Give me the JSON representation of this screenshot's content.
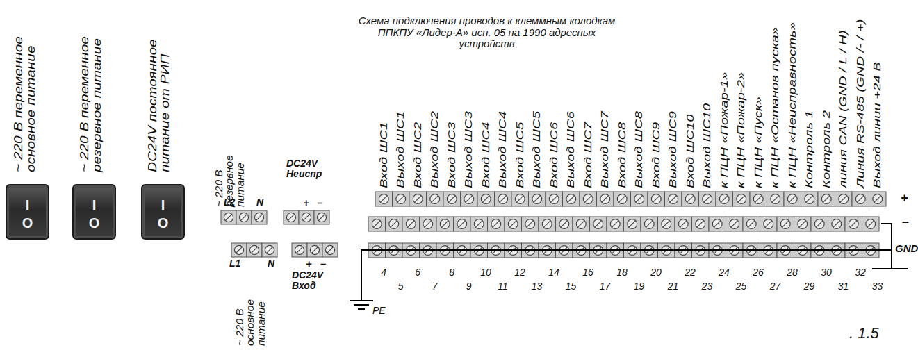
{
  "diagram": {
    "title": "Схема подключения проводов к клеммным колодкам ППКПУ «Лидер-А» исп. 05 на 1990 адресных устройств",
    "caption": ". 1.5",
    "nodes": [
      {
        "text": [
          "I",
          "O"
        ]
      },
      {
        "text": [
          "I",
          "O"
        ]
      },
      {
        "text": [
          "I",
          "O"
        ]
      }
    ],
    "labels": [
      "Вход ШС1",
      "Выход ШС1",
      "Вход ШС2",
      "Выход ШС2",
      "Вход ШС3",
      "Выход ШС3",
      "Вход ШС4",
      "Выход ШС4",
      "Вход ШС5",
      "Выход ШС5",
      "Вход ШС6",
      "Выход ШС6",
      "Вход ШС7",
      "Выход ШС7",
      "Вход ШС8",
      "Выход ШС8",
      "Вход ШС9",
      "Выход ШС9",
      "Вход ШС10",
      "Выход ШС10",
      "к ПЦН «Пожар-1»",
      "к ПЦН «Пожар-2»",
      "к ПЦН «Пуск»",
      "к ПЦН «Останов пуска»",
      "к ПЦН «Неисправность»",
      "Контроль 1",
      "Контроль 2",
      "линия CAN  (GND / L / H)",
      "Линия RS-485 (GND /- / +)",
      "Выход линии +24 В",
      "4",
      "5",
      "6",
      "7",
      "8",
      "9",
      "10",
      "11",
      "12",
      "13",
      "14",
      "15",
      "16",
      "17",
      "18",
      "19",
      "20",
      "21",
      "22",
      "23",
      "24",
      "25",
      "26",
      "27",
      "28",
      "29",
      "30",
      "31",
      "32",
      "33",
      "~ 220 В переменное основное питание",
      "~ 220 В переменное резервное питание",
      "DC24V постоянное питание от РИП",
      "~ 220 В резервное питание",
      "L2",
      "N",
      "DC24V Неиспр",
      "+",
      "–",
      "L1",
      "N",
      "+",
      "–",
      "DC24V Вход",
      "~ 220 В основное питание",
      "+",
      "–",
      "GND",
      "PE"
    ]
  }
}
